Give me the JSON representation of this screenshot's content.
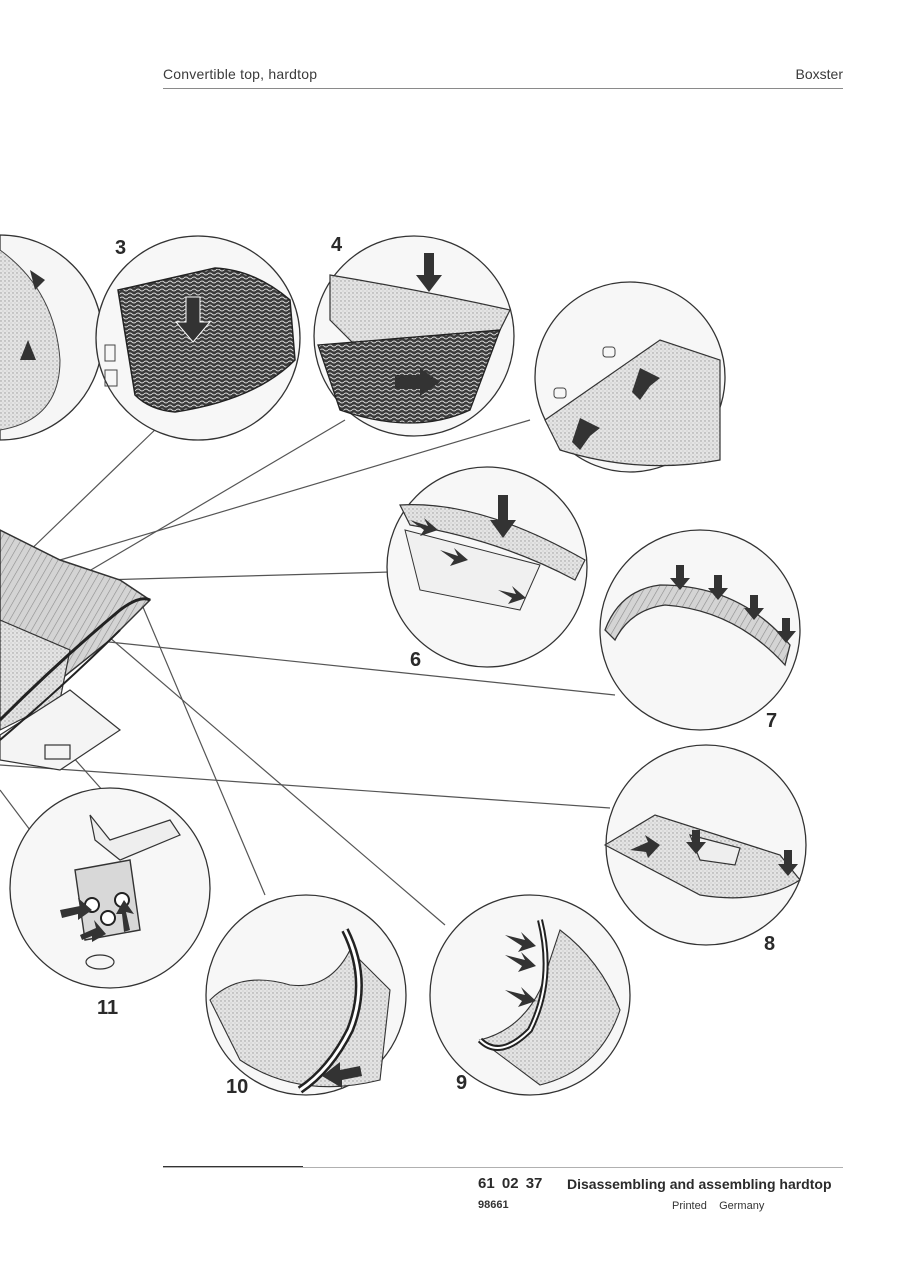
{
  "header": {
    "section": "Convertible top, hardtop",
    "model": "Boxster"
  },
  "figure": {
    "callouts": [
      "3",
      "4",
      "6",
      "7",
      "8",
      "9",
      "10",
      "11"
    ]
  },
  "footer": {
    "code": "61 02 37",
    "title": "Disassembling and assembling hardtop",
    "doc_number": "98661",
    "printed": "Printed    Germany"
  }
}
